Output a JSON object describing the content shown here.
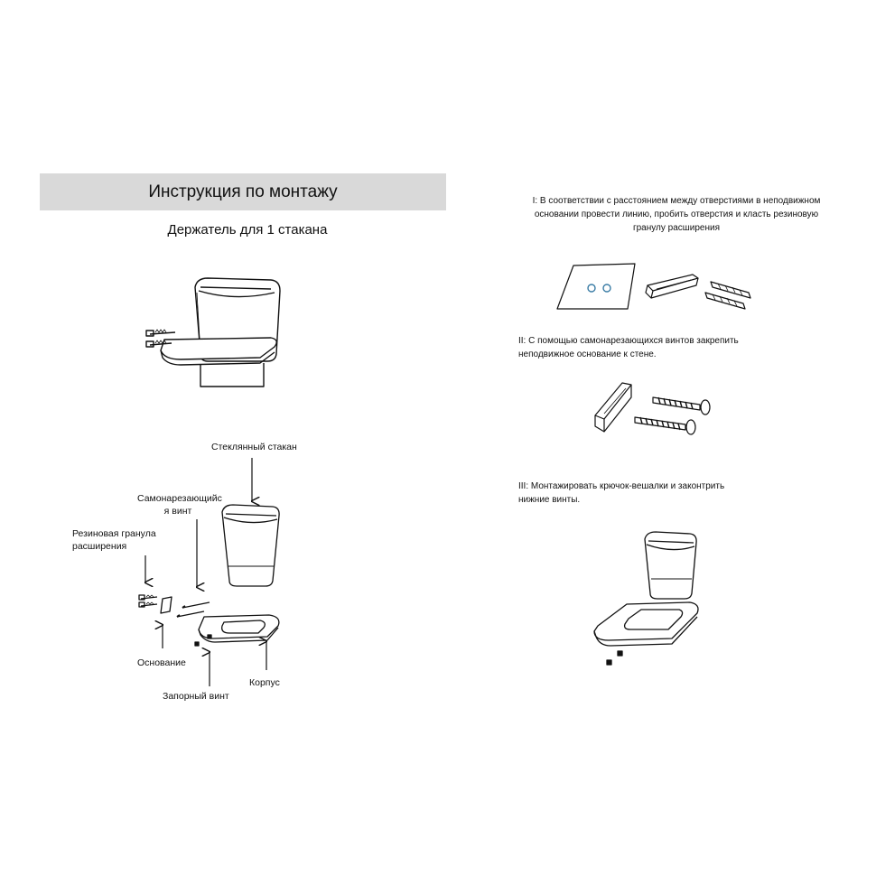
{
  "header": {
    "title": "Инструкция по монтажу",
    "subtitle": "Держатель для 1 стакана"
  },
  "parts_labels": {
    "glass": "Стеклянный стакан",
    "screw_line1": "Самонарезающийс",
    "screw_line2": "я винт",
    "plug_line1": "Резиновая гранула",
    "plug_line2": "расширения",
    "base": "Основание",
    "lock_screw": "Запорный винт",
    "body": "Корпус"
  },
  "steps": {
    "step1_line1": "I: В соответствии с расстоянием между отверстиями в неподвижном",
    "step1_line2": "основании провести линию, пробить отверстия и класть резиновую",
    "step1_line3": "гранулу расширения",
    "step2_line1": "II: С помощью самонарезающихся винтов закрепить",
    "step2_line2": "неподвижное основание к стене.",
    "step3_line1": "III: Монтажировать крючок-вешалки и законтрить",
    "step3_line2": "нижние винты."
  },
  "colors": {
    "title_bar": "#d9d9d9",
    "line": "#111111",
    "hole": "#3a7ca5"
  }
}
